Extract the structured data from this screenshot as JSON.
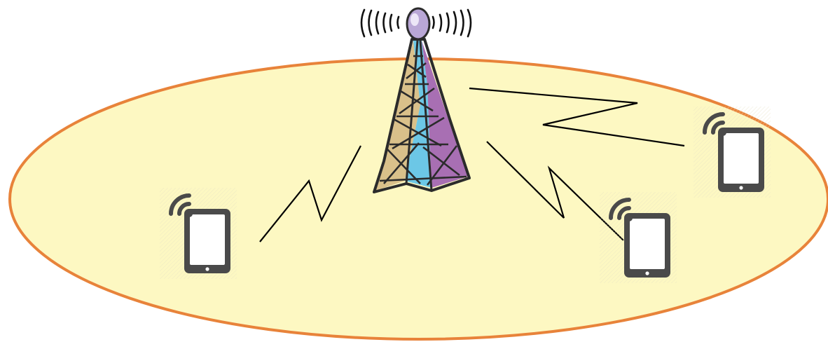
{
  "colors": {
    "cell_fill": "#fdf8c2",
    "cell_border": "#e8833a",
    "device": "#4a4a4a",
    "link_line": "#000000",
    "tower_outline": "#2b2b2b",
    "tower_left_face": "#d9c08a",
    "tower_center_face": "#6cc7e6",
    "tower_right_face": "#a86fb3",
    "tower_top": "#b9a7d6"
  },
  "diagram": {
    "tower": {
      "icon": "cell-tower-icon",
      "signal": "radio-waves-icon"
    },
    "devices": [
      {
        "id": "left",
        "icon": "tablet-icon",
        "signal": "wifi-signal-icon"
      },
      {
        "id": "bottom-right",
        "icon": "tablet-icon",
        "signal": "wifi-signal-icon"
      },
      {
        "id": "far-right",
        "icon": "tablet-icon",
        "signal": "wifi-signal-icon"
      }
    ],
    "links": [
      {
        "from": "tower",
        "to": "left",
        "style": "lightning-zigzag"
      },
      {
        "from": "tower",
        "to": "bottom-right",
        "style": "lightning-zigzag"
      },
      {
        "from": "tower",
        "to": "far-right",
        "style": "lightning-zigzag"
      }
    ]
  }
}
